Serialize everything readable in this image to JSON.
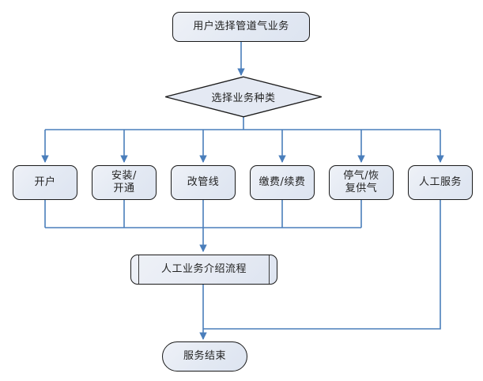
{
  "diagram": {
    "type": "flowchart",
    "title_text": "用户选择管道气业务",
    "colors": {
      "shape_fill": "#e6ebf4",
      "shape_border": "#1a1a1a",
      "connector": "#4a7ebb",
      "text": "#222222",
      "background": "#ffffff"
    },
    "nodes": {
      "start": {
        "label": "用户选择管道气业务",
        "shape": "rounded-rectangle"
      },
      "decision": {
        "label": "选择业务种类",
        "shape": "diamond"
      },
      "options": [
        {
          "label": "开户",
          "shape": "rounded-rectangle"
        },
        {
          "label": "安装/\n开通",
          "shape": "rounded-rectangle"
        },
        {
          "label": "改管线",
          "shape": "rounded-rectangle"
        },
        {
          "label": "缴费/续费",
          "shape": "rounded-rectangle"
        },
        {
          "label": "停气/恢\n复供气",
          "shape": "rounded-rectangle"
        },
        {
          "label": "人工服务",
          "shape": "rounded-rectangle"
        }
      ],
      "subprocess": {
        "label": "人工业务介绍流程",
        "shape": "predefined-process"
      },
      "end": {
        "label": "服务结束",
        "shape": "stadium"
      }
    }
  }
}
